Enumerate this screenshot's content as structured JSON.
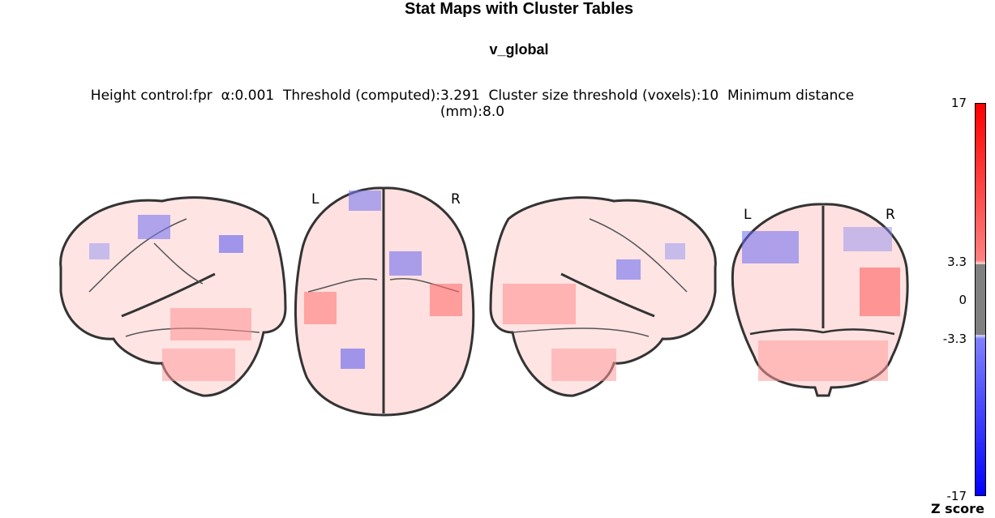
{
  "figure": {
    "title": "Stat Maps with Cluster Tables",
    "subtitle": "v_global",
    "parameters": "Height control:fpr  α:0.001  Threshold (computed):3.291  Cluster size threshold (voxels):10  Minimum distance\n(mm):8.0"
  },
  "views": {
    "axial": {
      "left_label": "L",
      "right_label": "R"
    },
    "coronal": {
      "left_label": "L",
      "right_label": "R"
    }
  },
  "colorbar": {
    "label": "Z score",
    "ticks": [
      "17",
      "3.3",
      "0",
      "-3.3",
      "-17"
    ],
    "colors": {
      "positive": "#ff0000",
      "negative": "#0000ff",
      "null": "#808080"
    }
  }
}
